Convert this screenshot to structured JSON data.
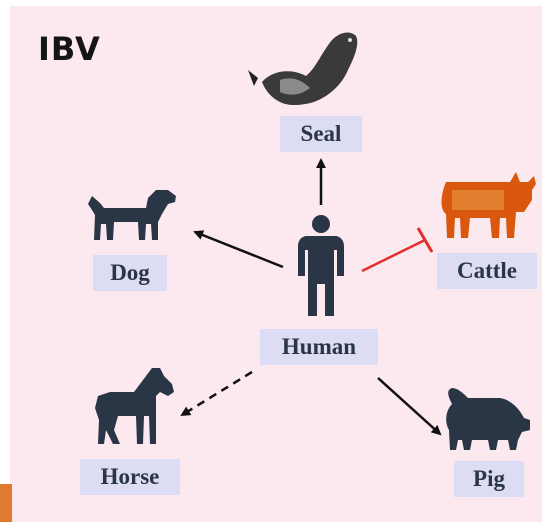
{
  "title": "IBV",
  "nodes": {
    "seal": {
      "label": "Seal",
      "icon": "seal-icon"
    },
    "dog": {
      "label": "Dog",
      "icon": "dog-icon"
    },
    "cattle": {
      "label": "Cattle",
      "icon": "cattle-icon"
    },
    "human": {
      "label": "Human",
      "icon": "human-icon"
    },
    "horse": {
      "label": "Horse",
      "icon": "horse-icon"
    },
    "pig": {
      "label": "Pig",
      "icon": "pig-icon"
    }
  },
  "edges": [
    {
      "from": "human",
      "to": "seal",
      "style": "solid-arrow",
      "color": "#111111"
    },
    {
      "from": "human",
      "to": "dog",
      "style": "solid-arrow",
      "color": "#111111"
    },
    {
      "from": "human",
      "to": "cattle",
      "style": "inhibition",
      "color": "#e0302c"
    },
    {
      "from": "human",
      "to": "horse",
      "style": "dashed-arrow",
      "color": "#111111"
    },
    {
      "from": "human",
      "to": "pig",
      "style": "solid-arrow",
      "color": "#111111"
    }
  ],
  "colors": {
    "background": "#fbe9ef",
    "label_box": "#dcdcf4",
    "icon_dark": "#2a3546",
    "cattle": "#d9580e",
    "inhibit": "#e0302c",
    "corner_accent": "#e07a2e"
  }
}
